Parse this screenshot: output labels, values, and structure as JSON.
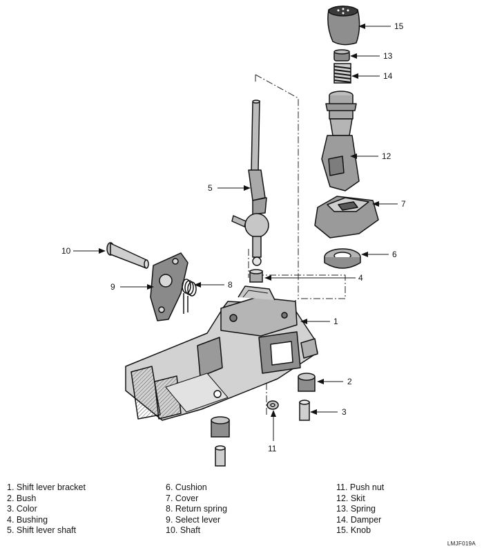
{
  "callouts": [
    "1",
    "2",
    "3",
    "4",
    "5",
    "6",
    "7",
    "8",
    "9",
    "10",
    "11",
    "12",
    "13",
    "14",
    "15"
  ],
  "legend": {
    "col1": [
      "1. Shift lever bracket",
      "2. Bush",
      "3. Color",
      "4. Bushing",
      "5. Shift lever shaft"
    ],
    "col2": [
      "6. Cushion",
      "7. Cover",
      "8. Return spring",
      "9. Select lever",
      "10. Shaft"
    ],
    "col3": [
      "11. Push nut",
      "12. Skit",
      "13. Spring",
      "14. Damper",
      "15. Knob"
    ]
  },
  "diagram_code": "LMJF019A"
}
